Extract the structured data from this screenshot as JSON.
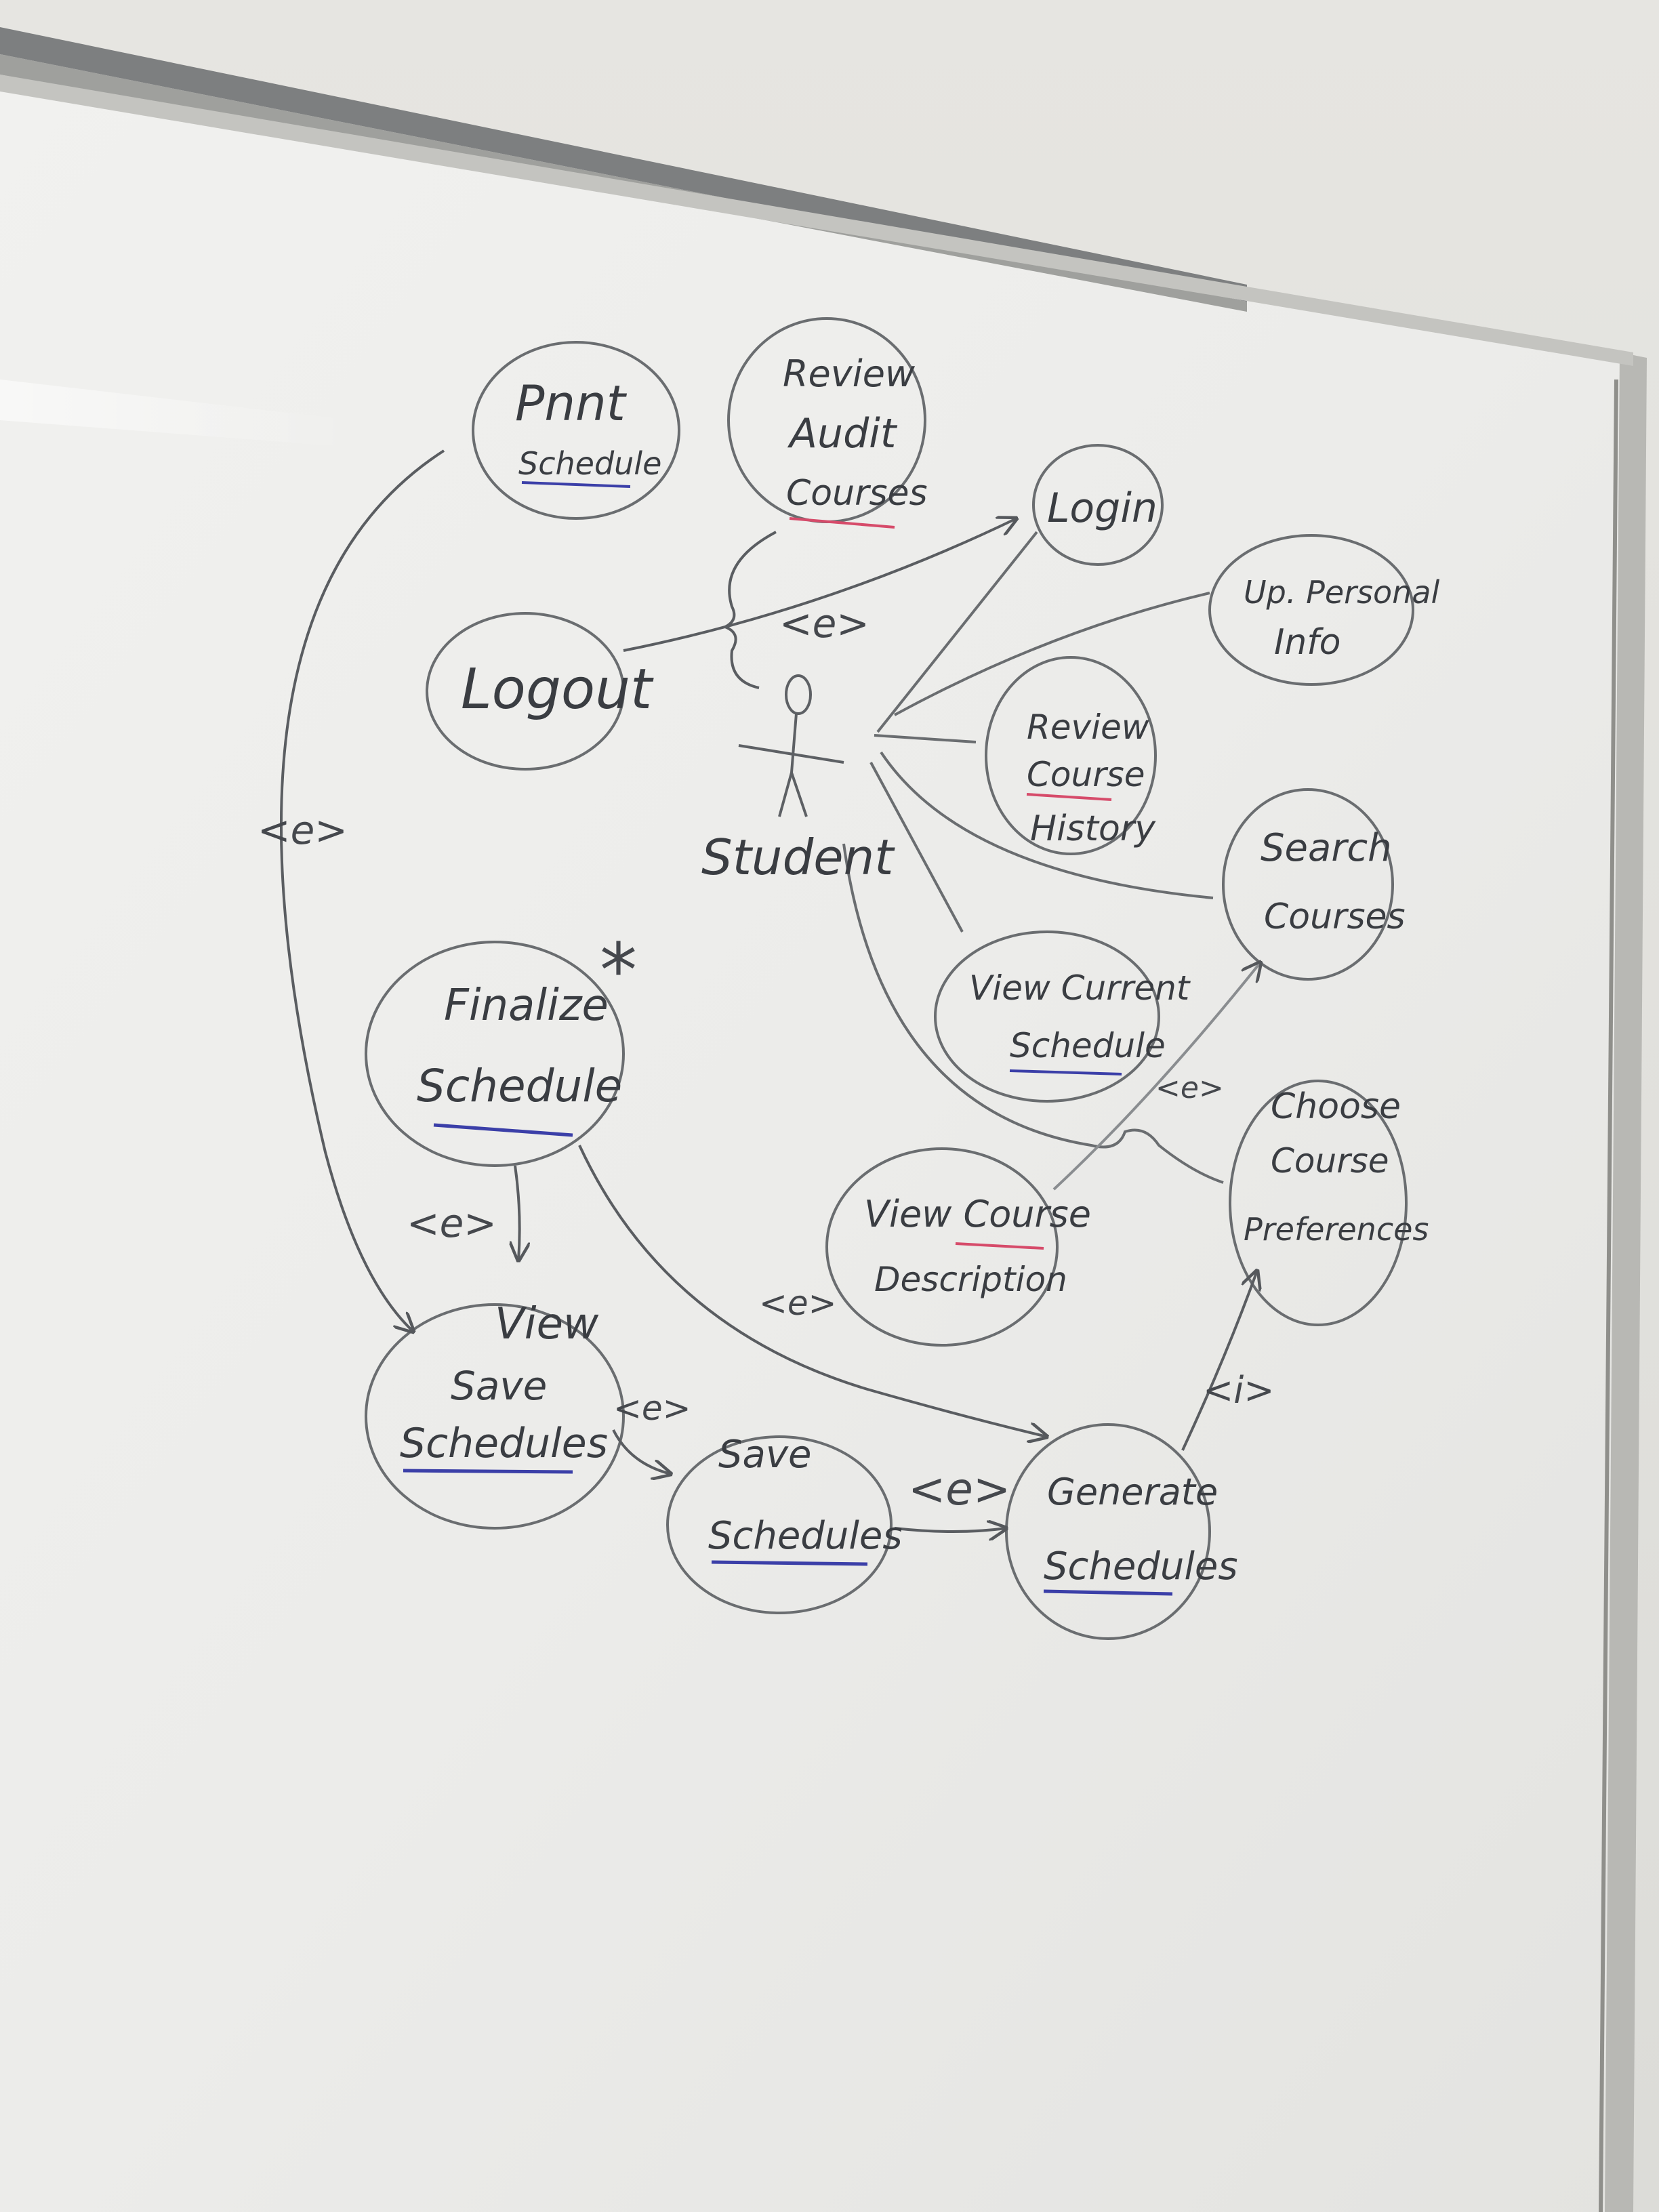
{
  "diagram": {
    "actor": {
      "label": "Student"
    },
    "use_cases": [
      {
        "id": "print",
        "lines": [
          "Pnnt",
          "Schedule"
        ],
        "underline_line": 1,
        "underline_color": "#3b3fa8"
      },
      {
        "id": "review-audit",
        "lines": [
          "Review",
          "Audit",
          "Courses"
        ],
        "underline_line": 2,
        "underline_color": "#d64b6a"
      },
      {
        "id": "login",
        "lines": [
          "Login"
        ]
      },
      {
        "id": "update-info",
        "lines": [
          "Up. Personal",
          "Info"
        ]
      },
      {
        "id": "logout",
        "lines": [
          "Logout"
        ]
      },
      {
        "id": "review-history",
        "lines": [
          "Review",
          "Course",
          "History"
        ],
        "underline_line": 1,
        "underline_color": "#d64b6a"
      },
      {
        "id": "search",
        "lines": [
          "Search",
          "Courses"
        ]
      },
      {
        "id": "view-current",
        "lines": [
          "View Current",
          "Schedule"
        ],
        "underline_line": 1,
        "underline_color": "#3b3fa8"
      },
      {
        "id": "finalize",
        "lines": [
          "Finalize",
          "Schedule"
        ],
        "underline_line": 1,
        "underline_color": "#3b3fa8"
      },
      {
        "id": "choose-pref",
        "lines": [
          "Choose",
          "Course",
          "Preferences"
        ]
      },
      {
        "id": "view-desc",
        "lines": [
          "View Course",
          "Description"
        ],
        "underline_line": 0,
        "underline_color": "#d64b6a"
      },
      {
        "id": "view-saved",
        "lines": [
          "View",
          "Save",
          "Schedules"
        ],
        "underline_line": 2,
        "underline_color": "#3b3fa8"
      },
      {
        "id": "save",
        "lines": [
          "Save",
          "Schedules"
        ],
        "underline_line": 1,
        "underline_color": "#3b3fa8"
      },
      {
        "id": "generate",
        "lines": [
          "Generate",
          "Schedules"
        ],
        "underline_line": 1,
        "underline_color": "#3b3fa8"
      }
    ],
    "relation_labels": {
      "extend": "<e>",
      "include": "<i>"
    },
    "star": "*"
  }
}
